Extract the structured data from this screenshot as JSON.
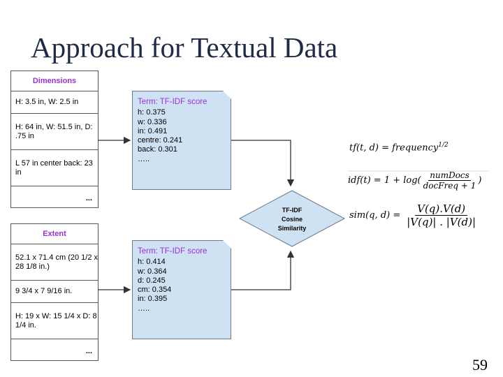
{
  "title": "Approach for Textual Data",
  "dimensions": {
    "header": "Dimensions",
    "rows": [
      "H: 3.5 in, W: 2.5 in",
      "H: 64 in, W: 51.5 in, D: .75 in",
      "L 57 in center back: 23 in"
    ],
    "ellipsis": "..."
  },
  "extent": {
    "header": "Extent",
    "rows": [
      "52.1 x 71.4 cm (20 1/2 x 28 1/8 in.)",
      "9 3/4 x 7 9/16 in.",
      "H: 19 x W: 15 1/4 x D: 8 1/4 in."
    ],
    "ellipsis": "..."
  },
  "doc1": {
    "title": "Term: TF-IDF score",
    "lines": [
      "h: 0.375",
      "w: 0.336",
      "in: 0.491",
      "centre: 0.241",
      "back: 0.301",
      "….."
    ]
  },
  "doc2": {
    "title": "Term: TF-IDF score",
    "lines": [
      "h: 0.414",
      "w: 0.364",
      "d: 0.245",
      "cm: 0.354",
      "in: 0.395",
      "….."
    ]
  },
  "diamond": {
    "line1": "TF-IDF",
    "line2": "Cosine",
    "line3": "Similarity"
  },
  "formulas": {
    "tf": "tf(t, d) = frequency",
    "tf_exp": "1/2",
    "idf_prefix": "idf(t) = 1 + log(",
    "idf_num": "numDocs",
    "idf_den": "docFreq + 1",
    "idf_suffix": ")",
    "sim_prefix": "sim(q, d) =",
    "sim_num": "V(q).V(d)",
    "sim_den": "|V(q)| . |V(d)|"
  },
  "page_number": "59"
}
